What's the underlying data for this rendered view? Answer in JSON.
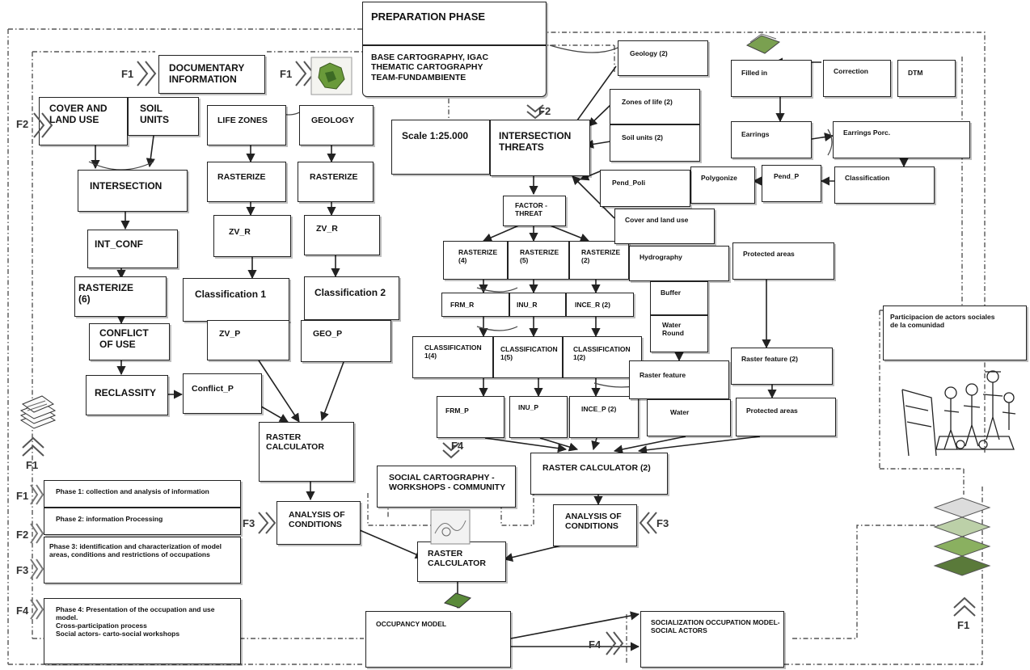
{
  "colors": {
    "stroke": "#222222",
    "dashed": "#555555",
    "box_fill": "#ffffff",
    "accent_green": "#4a7a2a"
  },
  "icons": {
    "documents": "document-stack-icon",
    "map": "map-thumbnail-icon",
    "layers": "terrain-layers-icon",
    "community": "community-drawing-icon",
    "chevron": "double-chevron-icon"
  },
  "prep": {
    "title": "PREPARATION PHASE",
    "sources": "BASE CARTOGRAPHY, IGAC\nTHEMATIC CARTOGRAPHY\nTEAM-FUNDAMBIENTE"
  },
  "left": {
    "documentary": "DOCUMENTARY\nINFORMATION",
    "cover_land_use": "COVER AND\nLAND USE",
    "soil_units": "SOIL\nUNITS",
    "intersection": "INTERSECTION",
    "int_conf": "INT_CONF",
    "rasterize6": "RASTERIZE\n(6)",
    "conflict_use": "CONFLICT\nOF USE",
    "reclassity": "RECLASSITY",
    "conflict_p": "Conflict_P"
  },
  "middle": {
    "life_zones": "LIFE ZONES",
    "geology": "GEOLOGY",
    "rasterize_a": "RASTERIZE",
    "rasterize_b": "RASTERIZE",
    "zv_r_a": "ZV_R",
    "zv_r_b": "ZV_R",
    "class1": "Classification 1",
    "class2": "Classification 2",
    "zv_p": "ZV_P",
    "geo_p": "GEO_P",
    "raster_calc": "RASTER\nCALCULATOR",
    "analysis": "ANALYSIS OF\nCONDITIONS"
  },
  "threats": {
    "scale": "Scale 1:25.000",
    "intersection_threats": "INTERSECTION\nTHREATS",
    "geology2": "Geology (2)",
    "zones_life2": "Zones of life (2)",
    "soil_units2": "Soil units (2)",
    "factor_threat": "FACTOR -\nTHREAT",
    "rasterize4": "RASTERIZE\n(4)",
    "rasterize5": "RASTERIZE\n(5)",
    "rasterize2": "RASTERIZE\n(2)",
    "frm_r": "FRM_R",
    "inu_r": "INU_R",
    "ince_r": "INCE_R (2)",
    "class14": "CLASSIFICATION\n1(4)",
    "class15": "CLASSIFICATION\n1(5)",
    "class12": "CLASSIFICATION\n1(2)",
    "frm_p": "FRM_P",
    "inu_p": "INU_P",
    "ince_p": "INCE_P (2)",
    "raster_calc2": "RASTER CALCULATOR (2)",
    "analysis2": "ANALYSIS OF\nCONDITIONS"
  },
  "right": {
    "filled_in": "Filled in",
    "correction": "Correction",
    "dtm": "DTM",
    "earrings": "Earrings",
    "earrings_porc": "Earrings Porc.",
    "classification": "Classification",
    "pend_p": "Pend_P",
    "polygonize": "Polygonize",
    "pend_poli": "Pend_Poli",
    "cover_land_use": "Cover and land use",
    "hydrography": "Hydrography",
    "protected_areas": "Protected areas",
    "buffer": "Buffer",
    "water_round": "Water\nRound",
    "raster_feature": "Raster feature",
    "raster_feature2": "Raster feature (2)",
    "water": "Water",
    "protected_areas2": "Protected areas",
    "participacion": "Participacion de actors sociales\n de la comunidad"
  },
  "bottom": {
    "social_cartography": "SOCIAL CARTOGRAPHY -\nWORKSHOPS - COMMUNITY",
    "raster_calc_final": "RASTER\nCALCULATOR",
    "occupancy_model": "OCCUPANCY MODEL",
    "socialization": "SOCIALIZATION OCCUPATION MODEL-\nSOCIAL ACTORS"
  },
  "legend": {
    "phase1": "Phase 1: collection and analysis of information",
    "phase2": "Phase 2:  information Processing",
    "phase3": "Phase 3: identification and characterization of model\nareas, conditions and restrictions of occupations",
    "phase4": "Phase 4: Presentation of the occupation and use\nmodel.\nCross-participation process\nSocial actors- carto-social workshops"
  },
  "markers": {
    "f1": "F1",
    "f2": "F2",
    "f3": "F3",
    "f4": "F4"
  }
}
